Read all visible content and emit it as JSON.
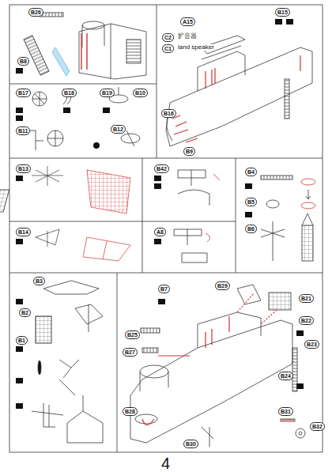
{
  "diagram": {
    "labels": [
      "B26",
      "B8",
      "A15",
      "B15",
      "C2",
      "扩音器",
      "C1",
      "land speaker",
      "B16",
      "B9",
      "B17",
      "B18",
      "B19",
      "B10",
      "B11",
      "B12",
      "B13",
      "B14",
      "B42",
      "A8",
      "B4",
      "B5",
      "B6",
      "B3",
      "B2",
      "B1",
      "B7",
      "B21",
      "B22",
      "B23",
      "B24",
      "B25",
      "B27",
      "B28",
      "B29",
      "B30",
      "B31",
      "B32",
      "4"
    ]
  }
}
